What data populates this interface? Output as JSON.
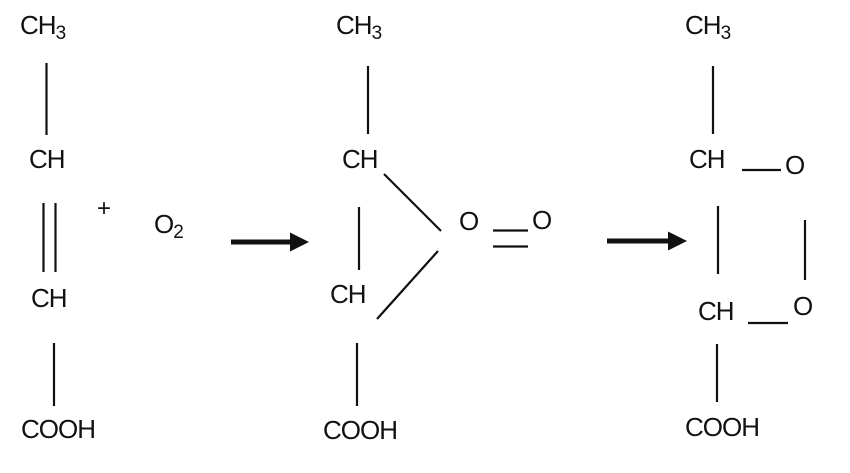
{
  "colors": {
    "ink": "#111111",
    "background": "#ffffff"
  },
  "reagents": {
    "plus": "+",
    "oxygen": {
      "base": "O",
      "sub": "2"
    }
  },
  "reactant": {
    "methyl": {
      "base": "CH",
      "sub": "3"
    },
    "ch_top": "CH",
    "ch_bottom": "CH",
    "carboxyl": "COOH"
  },
  "intermediate": {
    "methyl": {
      "base": "CH",
      "sub": "3"
    },
    "ch_top": "CH",
    "ch_bottom": "CH",
    "oxygen_ring": "O",
    "oxygen_terminal": "O",
    "carboxyl": "COOH"
  },
  "product": {
    "methyl": {
      "base": "CH",
      "sub": "3"
    },
    "ch_top": "CH",
    "ch_bottom": "CH",
    "oxygen_top": "O",
    "oxygen_bottom": "O",
    "carboxyl": "COOH"
  }
}
